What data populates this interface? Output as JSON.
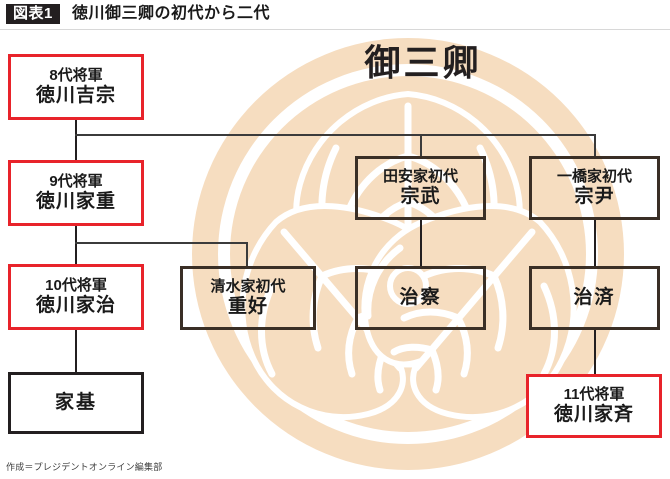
{
  "header": {
    "tag": "図表1",
    "title": "徳川御三卿の初代から二代"
  },
  "crest": {
    "watermark_title": "御三卿",
    "crest_color": "#f6ddc0",
    "crest_line_color": "#ffffff"
  },
  "colors": {
    "shogun_border": "#e8232a",
    "plain_border": "#231f20",
    "branch_border": "#3a2f26",
    "connector": "#231f20",
    "text": "#1a1a1a"
  },
  "nodes": {
    "yoshimune": {
      "line1": "8代将軍",
      "line2": "徳川吉宗",
      "style": "red"
    },
    "ieshige": {
      "line1": "9代将軍",
      "line2": "徳川家重",
      "style": "red"
    },
    "ieharu": {
      "line1": "10代将軍",
      "line2": "徳川家治",
      "style": "red"
    },
    "iemoto": {
      "line1": "",
      "line2": "家基",
      "style": "black"
    },
    "shimizu": {
      "line1": "清水家初代",
      "line2": "重好",
      "style": "branch"
    },
    "tayasu": {
      "line1": "田安家初代",
      "line2": "宗武",
      "style": "branch"
    },
    "harusada_tayasu": {
      "line1": "",
      "line2": "治察",
      "style": "branch"
    },
    "hitotsubashi": {
      "line1": "一橋家初代",
      "line2": "宗尹",
      "style": "branch"
    },
    "harusada": {
      "line1": "",
      "line2": "治済",
      "style": "branch"
    },
    "ienari": {
      "line1": "11代将軍",
      "line2": "徳川家斉",
      "style": "red"
    }
  },
  "footer": {
    "credit": "作成＝プレジデントオンライン編集部"
  }
}
